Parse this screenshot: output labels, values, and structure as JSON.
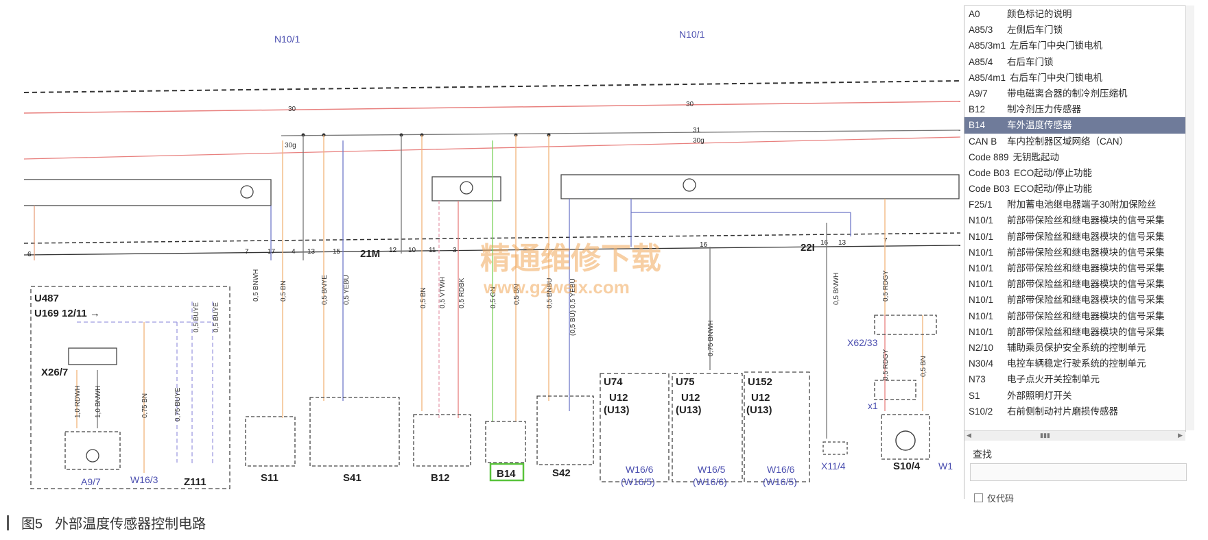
{
  "diagram": {
    "title_left": "N10/1",
    "title_right": "N10/1",
    "ground_labels": {
      "g21m": "21M",
      "g22i": "22I"
    },
    "components": {
      "s11": "S11",
      "s41": "S41",
      "b12": "B12",
      "b14": "B14",
      "s42": "S42",
      "a97": "A9/7",
      "w163": "W16/3",
      "z111": "Z111",
      "x267": "X26/7",
      "x6233": "X62/33",
      "x1": "x1",
      "x114": "X11/4",
      "s104": "S10/4",
      "w1": "W1",
      "u487": "U487",
      "u169": "U169  12/11 →",
      "u74": "U74",
      "u75": "U75",
      "u152": "U152",
      "u12": "U12",
      "u13": "(U13)",
      "w166a": "W16/6",
      "w165a": "(W16/5)",
      "w165b": "W16/5",
      "w166b": "(W16/6)",
      "w166c": "W16/6",
      "w165c": "(W16/5)"
    },
    "wires": {
      "w30": "30",
      "w31": "31",
      "w30g": "30g",
      "bnwh": "0,5 BNWH",
      "bn": "0,5 BN",
      "bnye": "0,5 BNYE",
      "yebu": "0,5 YEBU",
      "vtwh": "0,5 VTWH",
      "rdbk": "0,5 RDBK",
      "gn": "0,5 GN",
      "bnbu": "0,5 BNBU",
      "bubu": "(0,5 BU) 0,5 YEBU",
      "bnwh75": "0,75 BNWH",
      "rdgy": "0,5 RDGY",
      "buye1": "0,5 BUYE",
      "buye2": "0,5 BUYE",
      "buye75": "0,75 BUYE",
      "rdwh": "1,0 RDWH",
      "bnwh10": "1,0 BNWH",
      "bn75": "0,75 BN",
      "bnwh75a": "0,75 BNWH"
    },
    "watermark": {
      "cn": "精通维修下载",
      "url": "www.gzweix.com"
    }
  },
  "panel": {
    "items": [
      {
        "code": "A0",
        "desc": "颜色标记的说明"
      },
      {
        "code": "A85/3",
        "desc": "左侧后车门锁"
      },
      {
        "code": "A85/3m1",
        "desc": "左后车门中央门锁电机"
      },
      {
        "code": "A85/4",
        "desc": "右后车门锁"
      },
      {
        "code": "A85/4m1",
        "desc": "右后车门中央门锁电机"
      },
      {
        "code": "A9/7",
        "desc": "带电磁离合器的制冷剂压缩机"
      },
      {
        "code": "B12",
        "desc": "制冷剂压力传感器"
      },
      {
        "code": "B14",
        "desc": "车外温度传感器"
      },
      {
        "code": "CAN B",
        "desc": "车内控制器区域网络（CAN）"
      },
      {
        "code": "Code 889",
        "desc": "无钥匙起动"
      },
      {
        "code": "Code B03",
        "desc": "ECO起动/停止功能"
      },
      {
        "code": "Code B03",
        "desc": "ECO起动/停止功能"
      },
      {
        "code": "F25/1",
        "desc": "附加蓄电池继电器端子30附加保险丝"
      },
      {
        "code": "N10/1",
        "desc": "前部带保险丝和继电器模块的信号采集"
      },
      {
        "code": "N10/1",
        "desc": "前部带保险丝和继电器模块的信号采集"
      },
      {
        "code": "N10/1",
        "desc": "前部带保险丝和继电器模块的信号采集"
      },
      {
        "code": "N10/1",
        "desc": "前部带保险丝和继电器模块的信号采集"
      },
      {
        "code": "N10/1",
        "desc": "前部带保险丝和继电器模块的信号采集"
      },
      {
        "code": "N10/1",
        "desc": "前部带保险丝和继电器模块的信号采集"
      },
      {
        "code": "N10/1",
        "desc": "前部带保险丝和继电器模块的信号采集"
      },
      {
        "code": "N10/1",
        "desc": "前部带保险丝和继电器模块的信号采集"
      },
      {
        "code": "N2/10",
        "desc": "辅助乘员保护安全系统的控制单元"
      },
      {
        "code": "N30/4",
        "desc": "电控车辆稳定行驶系统的控制单元"
      },
      {
        "code": "N73",
        "desc": "电子点火开关控制单元"
      },
      {
        "code": "S1",
        "desc": "外部照明灯开关"
      },
      {
        "code": "S10/2",
        "desc": "右前侧制动衬片磨损传感器"
      }
    ],
    "selected_index": 7,
    "search_label": "查找",
    "search_value": "",
    "codes_only_label": "仅代码"
  },
  "caption": {
    "figure_no": "图5",
    "text": "外部温度传感器控制电路"
  },
  "colors": {
    "wire_red": "#e8807e",
    "wire_orange": "#f2b47a",
    "wire_blue": "#6f78c8",
    "wire_green": "#7bd25a",
    "highlight_green": "#59c33b",
    "selected_row": "#6f7b9a",
    "label_blue": "#4b4fb0"
  }
}
